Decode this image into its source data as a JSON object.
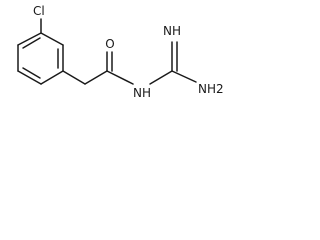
{
  "structure": {
    "atoms": {
      "chlorine": "Cl",
      "carbonyl_oxygen": "O",
      "amide_nitrogen": "NH",
      "imine_nitrogen": "NH",
      "amine_nitrogen": "NH2"
    }
  }
}
